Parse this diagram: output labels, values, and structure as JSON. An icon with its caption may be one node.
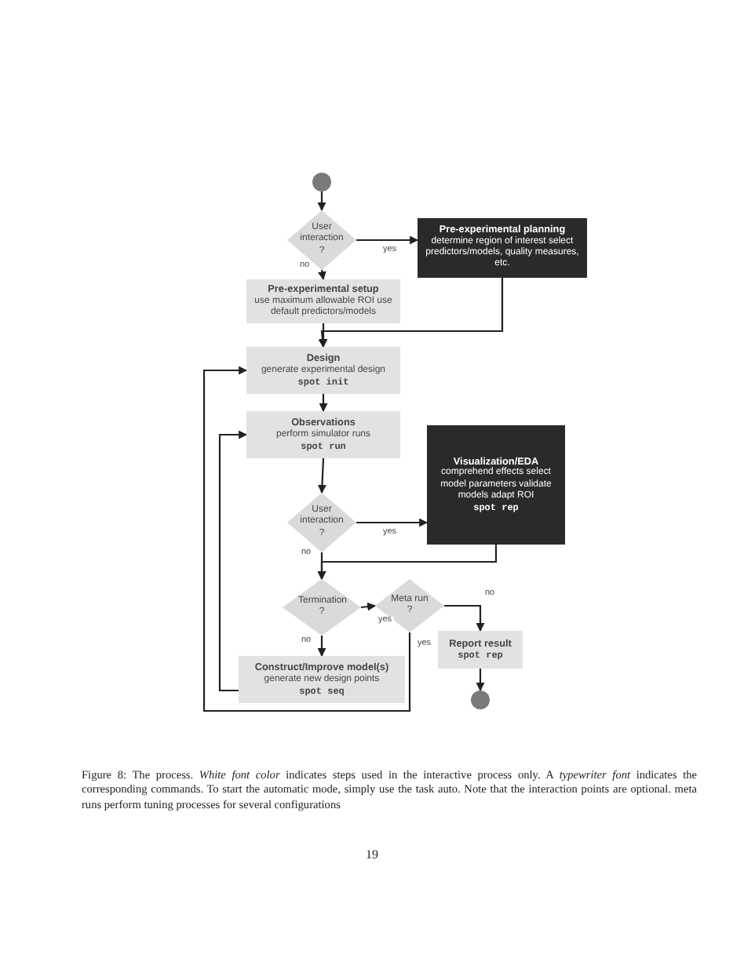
{
  "diagram": {
    "nodes": [
      {
        "text": [],
        "shape": "circle"
      },
      {
        "text": [
          "User interaction ?"
        ]
      },
      {
        "text": [
          "Pre-experimental planning",
          "determine region of interest select predictors/models, quality measures, etc."
        ]
      },
      {
        "text": [
          "Pre-experimental setup",
          "use maximum allowable ROI use default predictors/models"
        ]
      },
      {
        "text": [
          "Design",
          "generate experimental design",
          "spot init"
        ]
      },
      {
        "text": [
          "Observations",
          "perform simulator runs",
          "spot run"
        ]
      },
      {
        "text": [
          "User interaction ?"
        ]
      },
      {
        "text": [
          "Visualization/EDA",
          "comprehend effects select model parameters validate models adapt ROI",
          "spot rep"
        ]
      },
      {
        "text": [
          "Termination ?"
        ]
      },
      {
        "text": [
          "Meta run ?"
        ]
      },
      {
        "text": [
          "Report result",
          "spot rep"
        ]
      },
      {
        "text": [
          "Construct/Improve model(s)",
          "generate new design points",
          "spot seq"
        ]
      },
      {
        "text": [],
        "shape": "circle"
      }
    ],
    "edges": [
      {
        "from": 0,
        "to": 1,
        "arrow": "to"
      },
      {
        "from": 1,
        "to": 2,
        "arrow": "to",
        "label": "yes"
      },
      {
        "from": 1,
        "to": 3,
        "arrow": "to",
        "label": "no"
      },
      {
        "from": 2,
        "to": 4,
        "arrow": "to"
      },
      {
        "from": 3,
        "to": 4,
        "arrow": "to"
      },
      {
        "from": 4,
        "to": 5,
        "arrow": "to"
      },
      {
        "from": 5,
        "to": 6,
        "arrow": "to"
      },
      {
        "from": 6,
        "to": 7,
        "arrow": "to",
        "label": "yes"
      },
      {
        "from": 7,
        "to": 8,
        "arrow": "to"
      },
      {
        "from": 6,
        "to": 8,
        "arrow": "to",
        "label": "no"
      },
      {
        "from": 8,
        "to": 9,
        "arrow": "to",
        "label": "yes"
      },
      {
        "from": 8,
        "to": 11,
        "arrow": "to",
        "label": "no"
      },
      {
        "from": 9,
        "to": 10,
        "arrow": "to",
        "label": "no"
      },
      {
        "from": 9,
        "to": 4,
        "arrow": "to",
        "label": "yes"
      },
      {
        "from": 11,
        "to": 5,
        "arrow": "to"
      },
      {
        "from": 10,
        "to": 12,
        "arrow": "to"
      }
    ],
    "caption": "Figure 8: The process. *White font color* indicates steps used in the interactive process only. A *typewriter font* indicates the corresponding commands. To start the automatic mode, simply use the task auto. Note that the interaction points are optional. meta runs perform tuning processes for several configurations",
    "labels": [
      "19"
    ]
  }
}
